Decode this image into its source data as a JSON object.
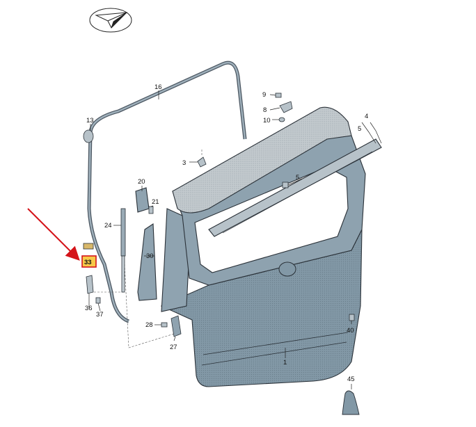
{
  "diagram": {
    "highlight_color": "#d4141a",
    "body_color": "#7f95a3",
    "glass_color": "#b9c1c6",
    "labels": {
      "p1": "1",
      "p3": "3",
      "p4": "4",
      "p5a": "5",
      "p5b": "5",
      "p8": "8",
      "p9": "9",
      "p10": "10",
      "p13": "13",
      "p16": "16",
      "p20": "20",
      "p21": "21",
      "p24": "24",
      "p27": "27",
      "p28": "28",
      "p30": "30",
      "p33": "33",
      "p36": "36",
      "p37": "37",
      "p40": "40",
      "p45": "45"
    },
    "logo_icon": "paper-plane-icon",
    "pointer_icon": "red-arrow-icon"
  }
}
